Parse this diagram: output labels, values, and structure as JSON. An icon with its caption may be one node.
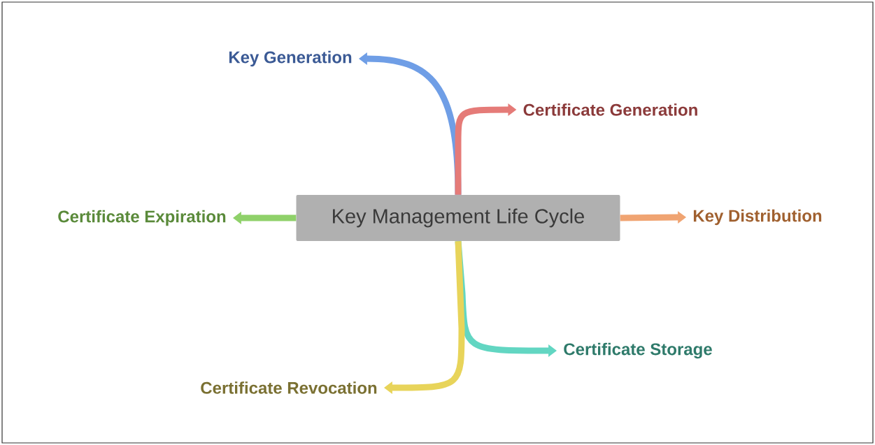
{
  "diagram": {
    "nodes": [
      {
        "text": [
          "Key Management Life Cycle"
        ]
      },
      {
        "text": [
          "Key Generation"
        ]
      },
      {
        "text": [
          "Certificate Generation"
        ]
      },
      {
        "text": [
          "Key Distribution"
        ]
      },
      {
        "text": [
          "Certificate Storage"
        ]
      },
      {
        "text": [
          "Certificate Revocation"
        ]
      },
      {
        "text": [
          "Certificate Expiration"
        ]
      }
    ],
    "edges": [
      {
        "from": 0,
        "to": 1,
        "arrow": "to",
        "color": "#6f9ee6"
      },
      {
        "from": 0,
        "to": 2,
        "arrow": "to",
        "color": "#e57b78"
      },
      {
        "from": 0,
        "to": 3,
        "arrow": "to",
        "color": "#f0a472"
      },
      {
        "from": 0,
        "to": 4,
        "arrow": "to",
        "color": "#62d6c2"
      },
      {
        "from": 0,
        "to": 5,
        "arrow": "to",
        "color": "#e8d45a"
      },
      {
        "from": 0,
        "to": 6,
        "arrow": "to",
        "color": "#8fd16a"
      }
    ]
  }
}
